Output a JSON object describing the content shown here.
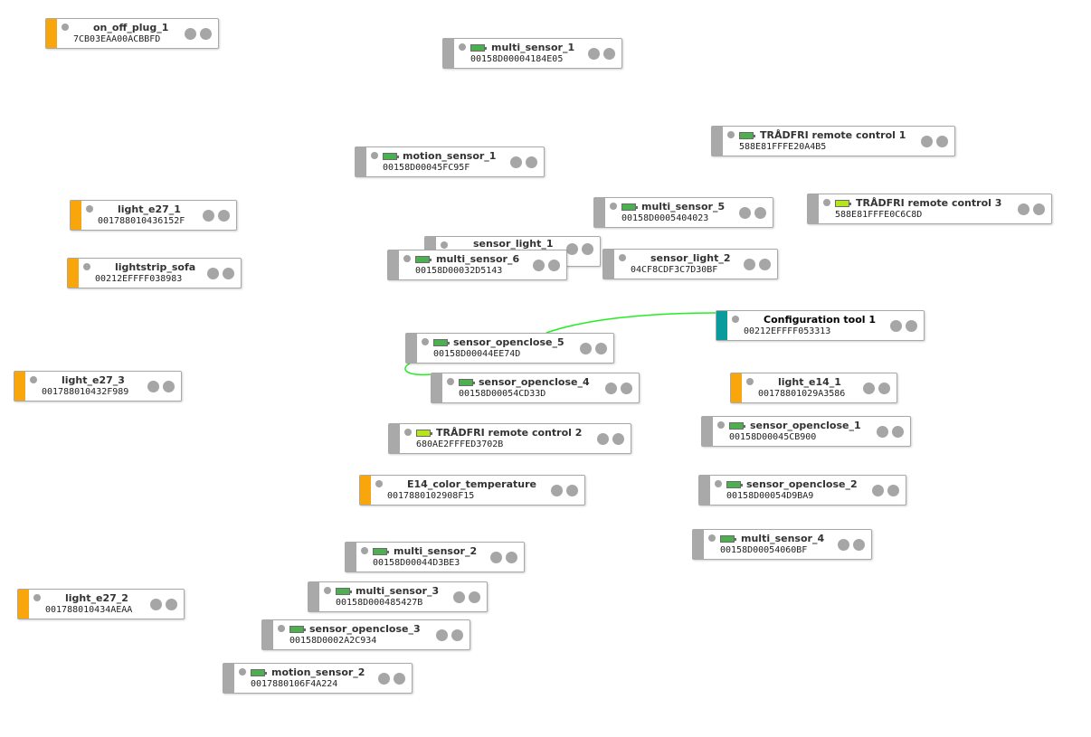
{
  "colors": {
    "bar_grey": "#a9a9a9",
    "bar_orange": "#f8a60c",
    "bar_teal": "#0a9c9c",
    "link_green": "#22ee22",
    "battery_full": "#4caf50",
    "battery_low": "#b5e61d"
  },
  "nodes": [
    {
      "name": "on_off_plug_1",
      "address": "7CB03EAA00ACBBFD"
    },
    {
      "name": "multi_sensor_1",
      "address": "00158D00004184E05"
    },
    {
      "name": "TRÅDFRI remote control 1",
      "address": "588E81FFFE20A4B5"
    },
    {
      "name": "motion_sensor_1",
      "address": "00158D00045FC95F"
    },
    {
      "name": "light_e27_1",
      "address": "001788010436152F"
    },
    {
      "name": "multi_sensor_5",
      "address": "00158D0005404023"
    },
    {
      "name": "TRÅDFRI remote control 3",
      "address": "588E81FFFE0C6C8D"
    },
    {
      "name": "sensor_light_1",
      "address": ""
    },
    {
      "name": "multi_sensor_6",
      "address": "00158D00032D5143"
    },
    {
      "name": "sensor_light_2",
      "address": "04CF8CDF3C7D30BF"
    },
    {
      "name": "lightstrip_sofa",
      "address": "00212EFFFF038983"
    },
    {
      "name": "Configuration tool 1",
      "address": "00212EFFFF053313"
    },
    {
      "name": "sensor_openclose_5",
      "address": "00158D00044EE74D"
    },
    {
      "name": "light_e27_3",
      "address": "001788010432F989"
    },
    {
      "name": "sensor_openclose_4",
      "address": "00158D00054CD33D"
    },
    {
      "name": "light_e14_1",
      "address": "00178801029A3586"
    },
    {
      "name": "TRÅDFRI remote control 2",
      "address": "680AE2FFFED3702B"
    },
    {
      "name": "sensor_openclose_1",
      "address": "00158D00045CB900"
    },
    {
      "name": "E14_color_temperature",
      "address": "0017880102908F15"
    },
    {
      "name": "sensor_openclose_2",
      "address": "00158D00054D9BA9"
    },
    {
      "name": "multi_sensor_4",
      "address": "00158D00054060BF"
    },
    {
      "name": "multi_sensor_2",
      "address": "00158D00044D3BE3"
    },
    {
      "name": "multi_sensor_3",
      "address": "00158D000485427B"
    },
    {
      "name": "light_e27_2",
      "address": "001788010434AEAA"
    },
    {
      "name": "sensor_openclose_3",
      "address": "00158D0002A2C934"
    },
    {
      "name": "motion_sensor_2",
      "address": "0017880106F4A224"
    }
  ]
}
